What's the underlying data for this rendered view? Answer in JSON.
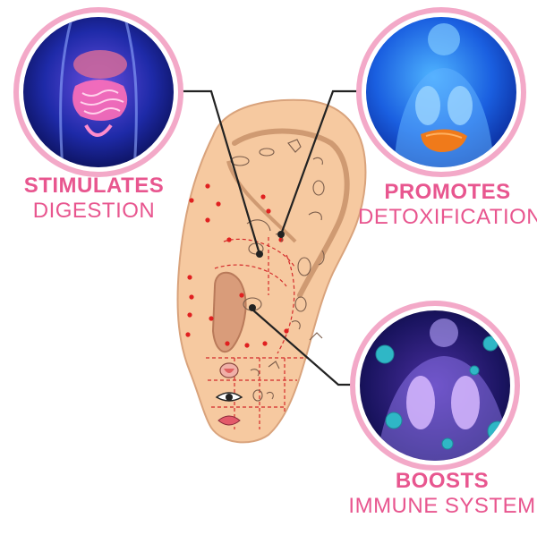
{
  "benefits": [
    {
      "strong": "STIMULATES",
      "light": "DIGESTION"
    },
    {
      "strong": "PROMOTES",
      "light": "DETOXIFICATION"
    },
    {
      "strong": "BOOSTS",
      "light": "IMMUNE SYSTEM"
    }
  ],
  "colors": {
    "accent_pink": "#e8568f",
    "ring_pink": "#f3a9c8",
    "ear_skin": "#f6c9a0",
    "ear_outline": "#d9a37c",
    "dots_red": "#e02020",
    "circle_bg_blue": "#1f4bd8",
    "pointer_line": "#222222"
  },
  "icons": [
    "digestive-system-illustration",
    "liver-illustration",
    "lungs-virus-illustration",
    "ear-acupressure-map",
    "tongue-icon",
    "eye-icon",
    "lips-icon"
  ]
}
